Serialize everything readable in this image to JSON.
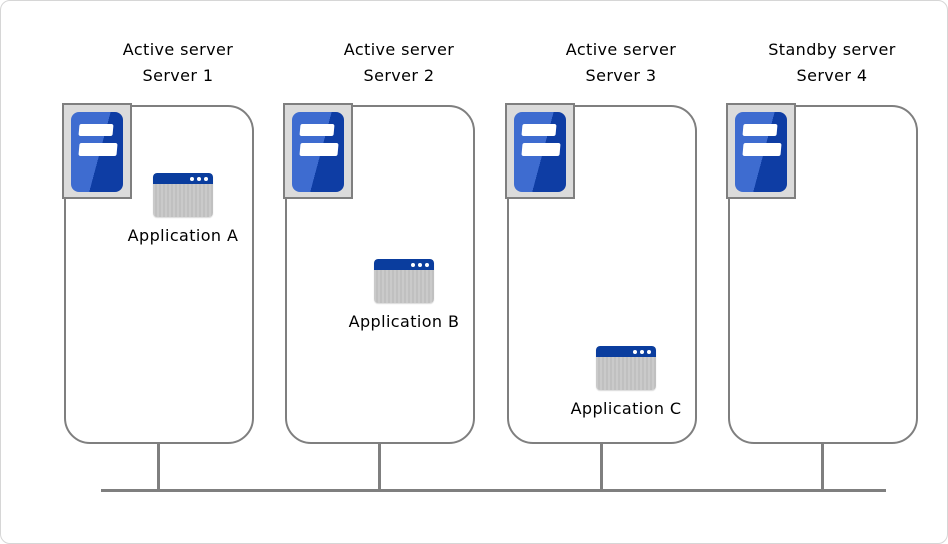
{
  "servers": [
    {
      "role": "Active server",
      "name": "Server 1",
      "application": "Application A"
    },
    {
      "role": "Active server",
      "name": "Server 2",
      "application": "Application B"
    },
    {
      "role": "Active server",
      "name": "Server 3",
      "application": "Application C"
    },
    {
      "role": "Standby server",
      "name": "Server 4"
    }
  ],
  "icons": {
    "server": "server-tower-icon",
    "application": "application-window-icon",
    "window_dots": "window-dot-icon"
  },
  "colors": {
    "server_blue_light": "#3e6cd0",
    "server_blue_dark": "#0e3da4",
    "app_titlebar_blue": "#0a3d9e",
    "line_gray": "#7f7f7f",
    "icon_frame_gray": "#dbdbdb",
    "app_body_gray": "#c6c6c6",
    "canvas_border_gray": "#d6d6d6"
  }
}
